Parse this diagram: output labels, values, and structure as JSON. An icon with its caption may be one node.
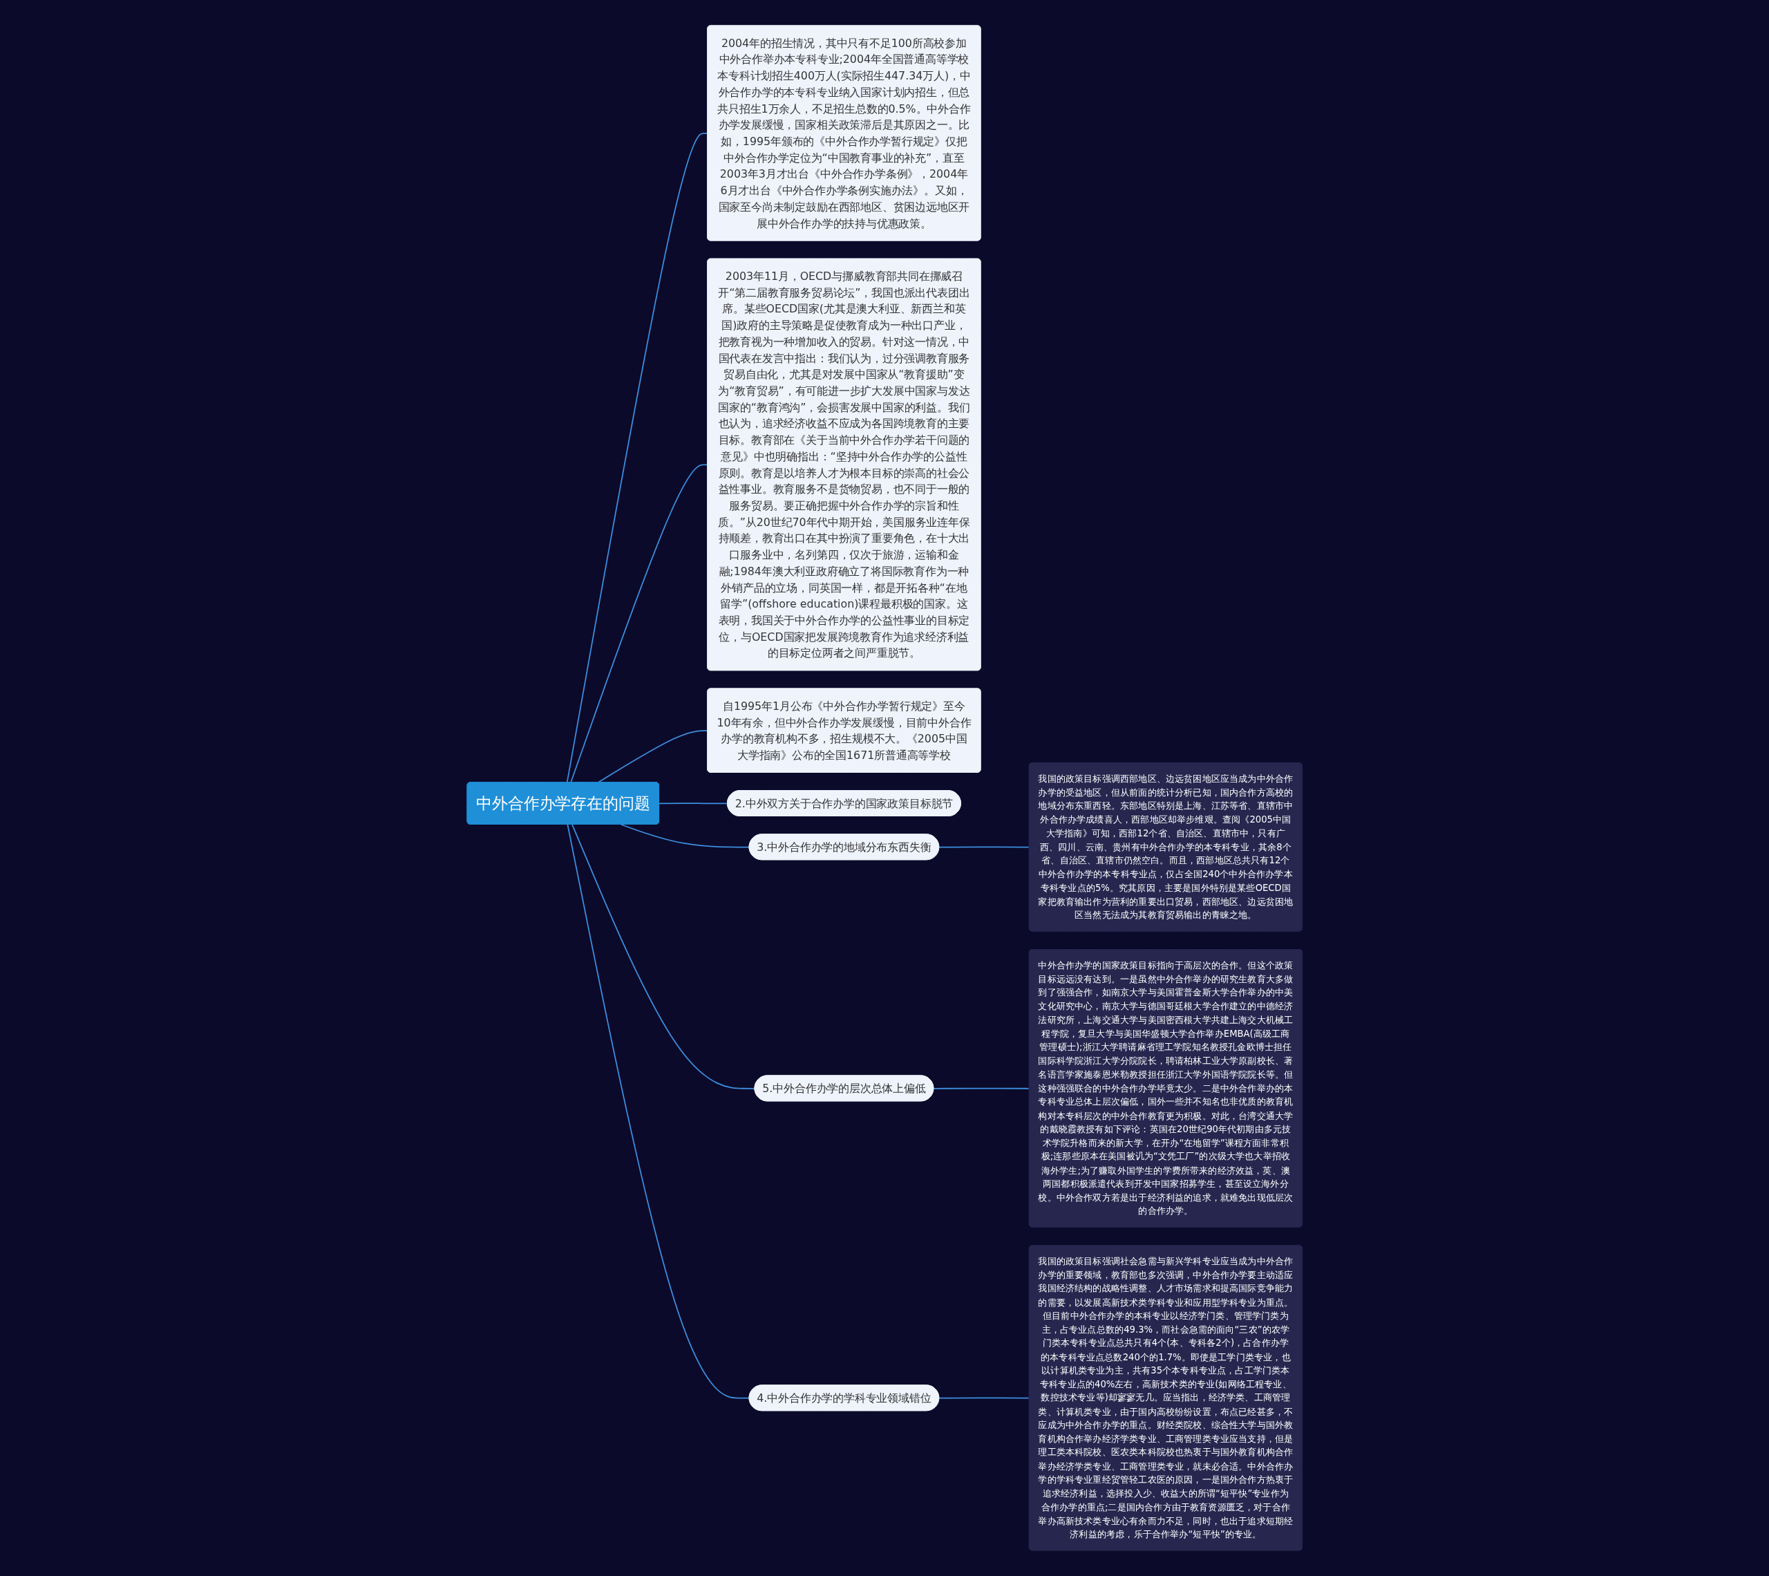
{
  "diagram": {
    "nodes": [
      {
        "text": [
          "中外合作办学存在的问题"
        ]
      },
      {
        "text": [
          "2004年的招生情况，其中只有不足100所高校参加中外合作举办本专科专业;2004年全国普通高等学校本专科计划招生400万人(实际招生447.34万人)，中外合作办学的本专科专业纳入国家计划内招生，但总共只招生1万余人，不足招生总数的0.5%。中外合作办学发展缓慢，国家相关政策滞后是其原因之一。比如，1995年颁布的《中外合作办学暂行规定》仅把中外合作办学定位为“中国教育事业的补充”，直至2003年3月才出台《中外合作办学条例》，2004年6月才出台《中外合作办学条例实施办法》。又如，国家至今尚未制定鼓励在西部地区、贫困边远地区开展中外合作办学的扶持与优惠政策。"
        ]
      },
      {
        "text": [
          "2003年11月，OECD与挪威教育部共同在挪威召开“第二届教育服务贸易论坛”，我国也派出代表团出席。某些OECD国家(尤其是澳大利亚、新西兰和英国)政府的主导策略是促使教育成为一种出口产业，把教育视为一种增加收入的贸易。针对这一情况，中国代表在发言中指出：我们认为，过分强调教育服务贸易自由化，尤其是对发展中国家从“教育援助”变为“教育贸易”，有可能进一步扩大发展中国家与发达国家的“教育鸿沟”，会损害发展中国家的利益。我们也认为，追求经济收益不应成为各国跨境教育的主要目标。教育部在《关于当前中外合作办学若干问题的意见》中也明确指出：“坚持中外合作办学的公益性原则。教育是以培养人才为根本目标的崇高的社会公益性事业。教育服务不是货物贸易，也不同于一般的服务贸易。要正确把握中外合作办学的宗旨和性质。”从20世纪70年代中期开始，美国服务业连年保持顺差，教育出口在其中扮演了重要角色，在十大出口服务业中，名列第四，仅次于旅游，运输和金融;1984年澳大利亚政府确立了将国际教育作为一种外销产品的立场，同英国一样，都是开拓各种“在地留学”(offshore education)课程最积极的国家。这表明，我国关于中外合作办学的公益性事业的目标定位，与OECD国家把发展跨境教育作为追求经济利益的目标定位两者之间严重脱节。"
        ]
      },
      {
        "text": [
          "自1995年1月公布《中外合作办学暂行规定》至今10年有余，但中外合作办学发展缓慢，目前中外合作办学的教育机构不多，招生规模不大。《2005中国大学指南》公布的全国1671所普通高等学校"
        ]
      },
      {
        "text": [
          "2.中外双方关于合作办学的国家政策目标脱节"
        ]
      },
      {
        "text": [
          "3.中外合作办学的地域分布东西失衡"
        ]
      },
      {
        "text": [
          "我国的政策目标强调西部地区、边远贫困地区应当成为中外合作办学的受益地区，但从前面的统计分析已知，国内合作方高校的地域分布东重西轻。东部地区特别是上海、江苏等省、直辖市中外合作办学成绩喜人，西部地区却举步维艰。查阅《2005中国大学指南》可知，西部12个省、自治区、直辖市中，只有广西、四川、云南、贵州有中外合作办学的本专科专业，其余8个省、自治区、直辖市仍然空白。而且，西部地区总共只有12个中外合作办学的本专科专业点，仅占全国240个中外合作办学本专科专业点的5%。究其原因，主要是国外特别是某些OECD国家把教育输出作为营利的重要出口贸易，西部地区、边远贫困地区当然无法成为其教育贸易输出的青睐之地。"
        ]
      },
      {
        "text": [
          "5.中外合作办学的层次总体上偏低"
        ]
      },
      {
        "text": [
          "中外合作办学的国家政策目标指向于高层次的合作。但这个政策目标远远没有达到。一是虽然中外合作举办的研究生教育大多做到了强强合作，如南京大学与美国霍普金斯大学合作举办的中美文化研究中心，南京大学与德国哥廷根大学合作建立的中德经济法研究所，上海交通大学与美国密西根大学共建上海交大机械工程学院，复旦大学与美国华盛顿大学合作举办EMBA(高级工商管理硕士);浙江大学聘请麻省理工学院知名教授孔金欧博士担任国际科学院浙江大学分院院长，聘请柏林工业大学原副校长、著名语言学家施泰恩米勒教授担任浙江大学外国语学院院长等。但这种强强联合的中外合作办学毕竟太少。二是中外合作举办的本专科专业总体上层次偏低，国外一些并不知名也非优质的教育机构对本专科层次的中外合作教育更为积极。对此，台湾交通大学的戴晓霞教授有如下评论：英国在20世纪90年代初期由多元技术学院升格而来的新大学，在开办“在地留学”课程方面非常积极;连那些原本在美国被讥为“文凭工厂”的次级大学也大举招收海外学生;为了赚取外国学生的学费所带来的经济效益，英、澳两国都积极派遣代表到开发中国家招募学生，甚至设立海外分校。中外合作双方若是出于经济利益的追求，就难免出现低层次的合作办学。"
        ]
      },
      {
        "text": [
          "4.中外合作办学的学科专业领域错位"
        ]
      },
      {
        "text": [
          "我国的政策目标强调社会急需与新兴学科专业应当成为中外合作办学的重要领域，教育部也多次强调，中外合作办学要主动适应我国经济结构的战略性调整、人才市场需求和提高国际竞争能力的需要，以发展高新技术类学科专业和应用型学科专业为重点。但目前中外合作办学的本科专业以经济学门类、管理学门类为主，占专业点总数的49.3%，而社会急需的面向“三农”的农学门类本专科专业点总共只有4个(本、专科各2个)，占合作办学的本专科专业点总数240个的1.7%。即使是工学门类专业，也以计算机类专业为主，共有35个本专科专业点，占工学门类本专科专业点的40%左右，高新技术类的专业(如网络工程专业、数控技术专业等)却寥寥无几。应当指出，经济学类、工商管理类、计算机类专业，由于国内高校纷纷设置，布点已经甚多，不应成为中外合作办学的重点。财经类院校、综合性大学与国外教育机构合作举办经济学类专业、工商管理类专业应当支持，但是理工类本科院校、医农类本科院校也热衷于与国外教育机构合作举办经济学类专业、工商管理类专业，就未必合适。中外合作办学的学科专业重经贸管轻工农医的原因，一是国外合作方热衷于追求经济利益，选择投入少、收益大的所谓“短平快”专业作为合作办学的重点;二是国内合作方由于教育资源匮乏，对于合作举办高新技术类专业心有余而力不足，同时，也出于追求短期经济利益的考虑，乐于合作举办“短平快”的专业。"
        ]
      }
    ],
    "edges": [
      {
        "from": 0,
        "to": 1,
        "arrow": "none"
      },
      {
        "from": 0,
        "to": 2,
        "arrow": "none"
      },
      {
        "from": 0,
        "to": 3,
        "arrow": "none"
      },
      {
        "from": 0,
        "to": 4,
        "arrow": "none"
      },
      {
        "from": 0,
        "to": 5,
        "arrow": "none"
      },
      {
        "from": 5,
        "to": 6,
        "arrow": "none"
      },
      {
        "from": 0,
        "to": 7,
        "arrow": "none"
      },
      {
        "from": 7,
        "to": 8,
        "arrow": "none"
      },
      {
        "from": 0,
        "to": 9,
        "arrow": "none"
      },
      {
        "from": 9,
        "to": 10,
        "arrow": "none"
      }
    ]
  }
}
